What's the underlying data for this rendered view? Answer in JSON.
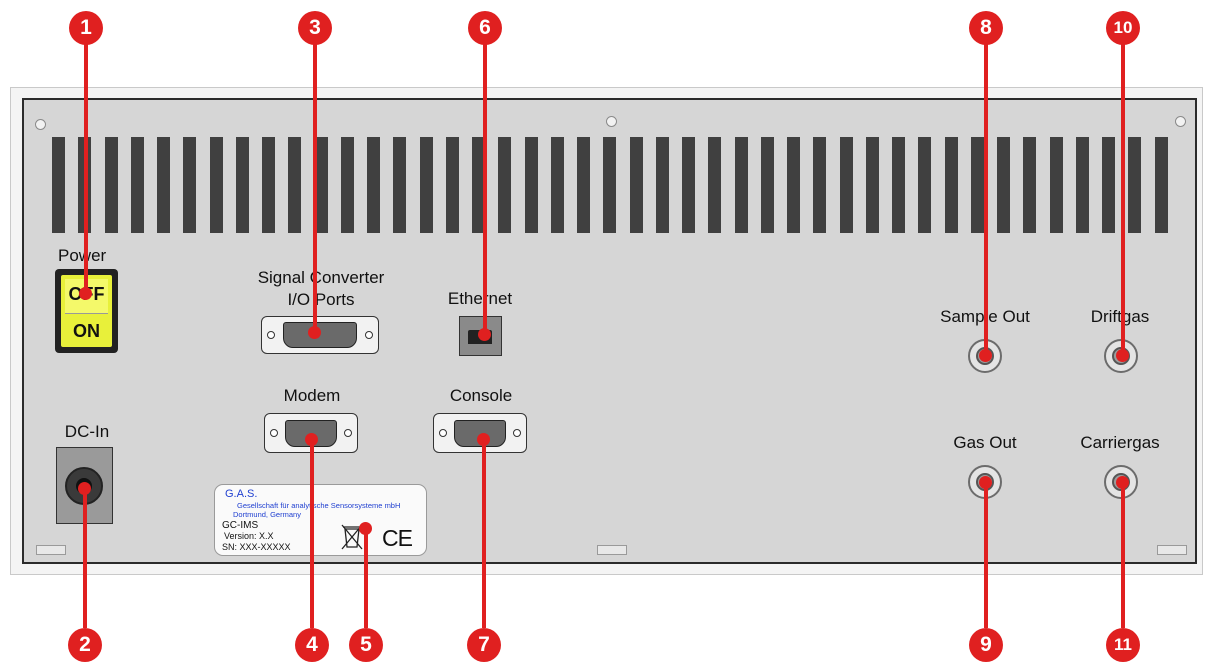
{
  "labels": {
    "power": "Power",
    "off": "OFF",
    "on": "ON",
    "dc_in": "DC-In",
    "signal_converter_line1": "Signal Converter",
    "signal_converter_line2": "I/O Ports",
    "ethernet": "Ethernet",
    "modem": "Modem",
    "console": "Console",
    "sample_out": "Sample Out",
    "driftgas": "Driftgas",
    "gas_out": "Gas Out",
    "carriergas": "Carriergas"
  },
  "nameplate": {
    "company": "G.A.S.",
    "company_full": "Gesellschaft für analytische Sensorsysteme mbH",
    "location": "Dortmund, Germany",
    "product": "GC-IMS",
    "version": "Version: X.X",
    "serial": "SN: XXX-XXXXX",
    "ce_mark": "CE"
  },
  "callouts": [
    "1",
    "2",
    "3",
    "4",
    "5",
    "6",
    "7",
    "8",
    "9",
    "10",
    "11"
  ],
  "colors": {
    "callout": "#e02020",
    "panel": "#d6d6d6",
    "switch": "#e8f03a",
    "nameplate_text": "#1f3fd0"
  }
}
